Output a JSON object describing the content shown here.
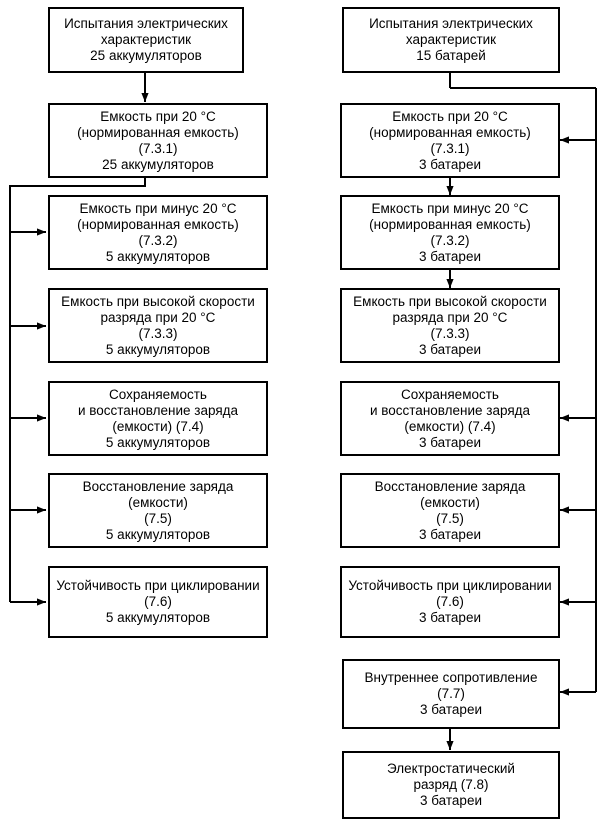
{
  "left": {
    "boxes": [
      {
        "lines": [
          "Испытания электрических",
          "характеристик",
          "25 аккумуляторов"
        ]
      },
      {
        "lines": [
          "Емкость при 20 °С",
          "(нормированная емкость)",
          "(7.3.1)",
          "25 аккумуляторов"
        ]
      },
      {
        "lines": [
          "Емкость при минус 20 °С",
          "(нормированная емкость)",
          "(7.3.2)",
          "5 аккумуляторов"
        ]
      },
      {
        "lines": [
          "Емкость при высокой скорости",
          "разряда при 20 °С",
          "(7.3.3)",
          "5 аккумуляторов"
        ]
      },
      {
        "lines": [
          "Сохраняемость",
          "и восстановление заряда",
          "(емкости) (7.4)",
          "5 аккумуляторов"
        ]
      },
      {
        "lines": [
          "Восстановление заряда",
          "(емкости)",
          "(7.5)",
          "5 аккумуляторов"
        ]
      },
      {
        "lines": [
          "Устойчивость при циклировании",
          "(7.6)",
          "5 аккумуляторов"
        ]
      }
    ]
  },
  "right": {
    "boxes": [
      {
        "lines": [
          "Испытания электрических",
          "характеристик",
          "15 батарей"
        ]
      },
      {
        "lines": [
          "Емкость при 20 °С",
          "(нормированная емкость)",
          "(7.3.1)",
          "3 батареи"
        ]
      },
      {
        "lines": [
          "Емкость при минус 20 °С",
          "(нормированная емкость)",
          "(7.3.2)",
          "3 батареи"
        ]
      },
      {
        "lines": [
          "Емкость при высокой скорости",
          "разряда при 20 °С",
          "(7.3.3)",
          "3 батареи"
        ]
      },
      {
        "lines": [
          "Сохраняемость",
          "и восстановление заряда",
          "(емкости) (7.4)",
          "3 батареи"
        ]
      },
      {
        "lines": [
          "Восстановление заряда",
          "(емкости)",
          "(7.5)",
          "3 батареи"
        ]
      },
      {
        "lines": [
          "Устойчивость при циклировании",
          "(7.6)",
          "3 батареи"
        ]
      },
      {
        "lines": [
          "Внутреннее сопротивление",
          "(7.7)",
          "3 батареи"
        ]
      },
      {
        "lines": [
          "Электростатический",
          "разряд (7.8)",
          "3 батареи"
        ]
      }
    ]
  }
}
